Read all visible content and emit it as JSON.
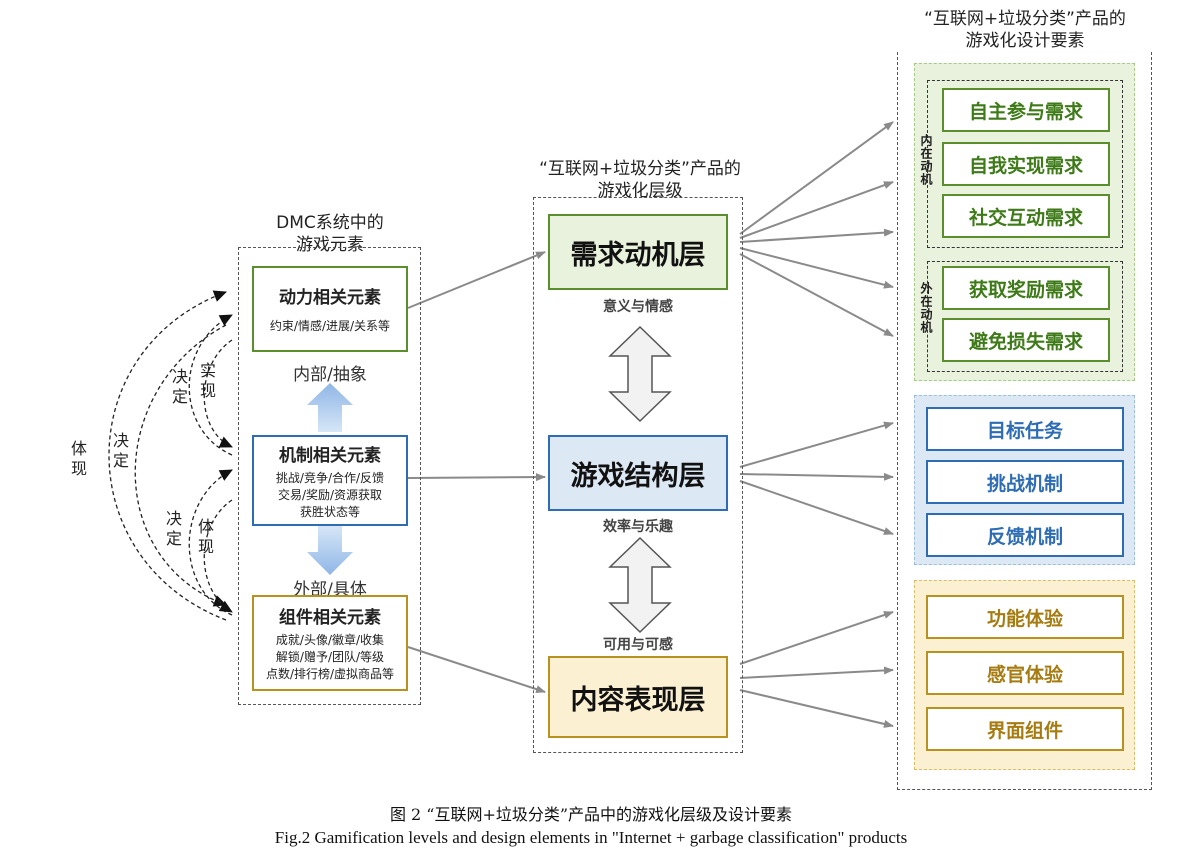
{
  "left_panel": {
    "title_line1": "DMC系统中的",
    "title_line2": "游戏元素",
    "dynamics": {
      "title": "动力相关元素",
      "desc": "约束/情感/进展/关系等"
    },
    "mechanics": {
      "title": "机制相关元素",
      "desc1": "挑战/竞争/合作/反馈",
      "desc2": "交易/奖励/资源获取",
      "desc3": "获胜状态等"
    },
    "components": {
      "title": "组件相关元素",
      "desc1": "成就/头像/徽章/收集",
      "desc2": "解锁/赠予/团队/等级",
      "desc3": "点数/排行榜/虚拟商品等"
    },
    "label_internal": "内部/抽象",
    "label_external": "外部/具体"
  },
  "side_labels": {
    "embody_outer": "体现",
    "decide_outer": "决定",
    "decide_upper": "决定",
    "realize_upper": "实现",
    "decide_lower": "决定",
    "embody_lower": "体现"
  },
  "middle_panel": {
    "title_line1": "“互联网+垃圾分类”产品的",
    "title_line2": "游戏化层级",
    "layer1": "需求动机层",
    "layer2": "游戏结构层",
    "layer3": "内容表现层",
    "label1": "意义与情感",
    "label2": "效率与乐趣",
    "label3": "可用与可感"
  },
  "right_panel": {
    "title_line1": "“互联网+垃圾分类”产品的",
    "title_line2": "游戏化设计要素",
    "intrinsic_label": "内在动机",
    "extrinsic_label": "外在动机",
    "green_items": [
      "自主参与需求",
      "自我实现需求",
      "社交互动需求",
      "获取奖励需求",
      "避免损失需求"
    ],
    "blue_items": [
      "目标任务",
      "挑战机制",
      "反馈机制"
    ],
    "gold_items": [
      "功能体验",
      "感官体验",
      "界面组件"
    ]
  },
  "caption": {
    "cn": "图 2 “互联网+垃圾分类”产品中的游戏化层级及设计要素",
    "en": "Fig.2 Gamification levels and design elements in \"Internet + garbage classification\" products"
  },
  "colors": {
    "green_border": "#5b8f2e",
    "green_fill": "#e9f2dd",
    "green_text": "#3e7a18",
    "blue_border": "#2e6db4",
    "blue_fill": "#dde8f5",
    "blue_text": "#2e6db4",
    "gold_border": "#b8911f",
    "gold_fill": "#fbf1d2",
    "gold_text": "#a67c12",
    "arrow": "#8a8a8a"
  }
}
